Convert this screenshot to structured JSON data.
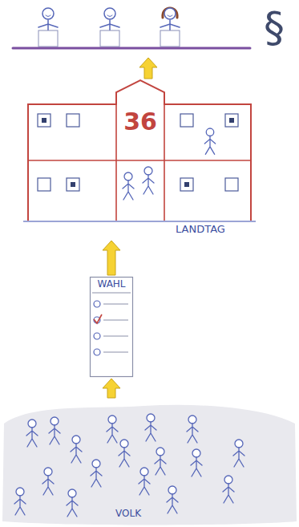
{
  "diagram": {
    "nodes": [
      {
        "text": [
          "§"
        ]
      },
      {
        "text": [
          "36",
          "LANDTAG"
        ]
      },
      {
        "text": [
          "WAHL"
        ]
      },
      {
        "text": [
          "VOLK"
        ]
      }
    ],
    "edges": [
      {
        "from": 3,
        "to": 2,
        "arrow": "to"
      },
      {
        "from": 2,
        "to": 1,
        "arrow": "to"
      },
      {
        "from": 1,
        "to": 0,
        "arrow": "to"
      }
    ]
  }
}
